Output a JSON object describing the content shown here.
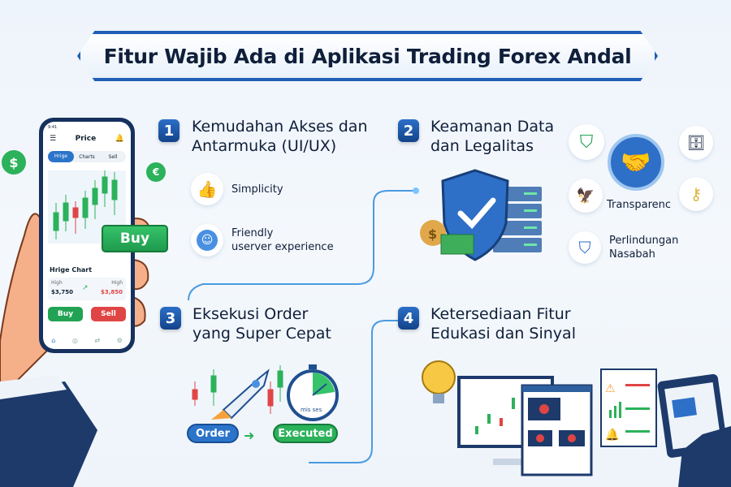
{
  "title": "Fitur Wajib Ada di Aplikasi Trading Forex Andal",
  "phone": {
    "status_time": "9:41",
    "header_title": "Price",
    "tabs": [
      "Hrige",
      "Charts",
      "Sell"
    ],
    "chart_title": "Hrige Chart",
    "left_label": "High",
    "left_value": "$3,750",
    "right_label": "High",
    "right_value": "$3,850",
    "buy_label": "Buy",
    "sell_label": "Sell",
    "bubble_buy_label": "Buy",
    "nav_icons": [
      "home-icon",
      "compass-icon",
      "swap-icon",
      "settings-icon"
    ]
  },
  "sections": [
    {
      "number": "1",
      "title_line1": "Kemudahan Akses dan",
      "title_line2": "Antarmuka (UI/UX)",
      "features": [
        {
          "icon": "thumbs-up-icon",
          "label": "Simplicity"
        },
        {
          "icon": "smiley-icon",
          "label_line1": "Friendly",
          "label_line2": "userver experience"
        }
      ]
    },
    {
      "number": "2",
      "title_line1": "Keamanan Data",
      "title_line2": "dan Legalitas",
      "features": [
        {
          "icon": "handshake-icon",
          "label": "Transparenc"
        },
        {
          "icon": "shield-check-icon",
          "label_line1": "Perlindungan",
          "label_line2": "Nasabah"
        }
      ]
    },
    {
      "number": "3",
      "title_line1": "Eksekusi Order",
      "title_line2": "yang Super Cepat",
      "order_label": "Order",
      "executed_label": "Executed",
      "timer_label": "mis ses"
    },
    {
      "number": "4",
      "title_line1": "Ketersediaan Fitur",
      "title_line2": "Edukasi dan Sinyal"
    }
  ],
  "colors": {
    "primary_blue": "#1f5fb5",
    "buy_green": "#22a354",
    "sell_red": "#e04545",
    "text_dark": "#0f1f3a"
  }
}
